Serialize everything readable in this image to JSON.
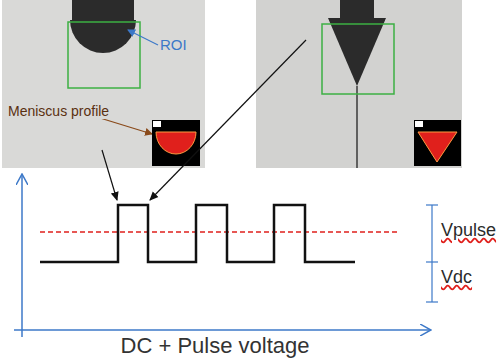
{
  "diagram": {
    "caption": "DC + Pulse voltage",
    "labels": [
      "ROI",
      "Meniscus profile",
      "Vpulse",
      "Vdc"
    ]
  }
}
